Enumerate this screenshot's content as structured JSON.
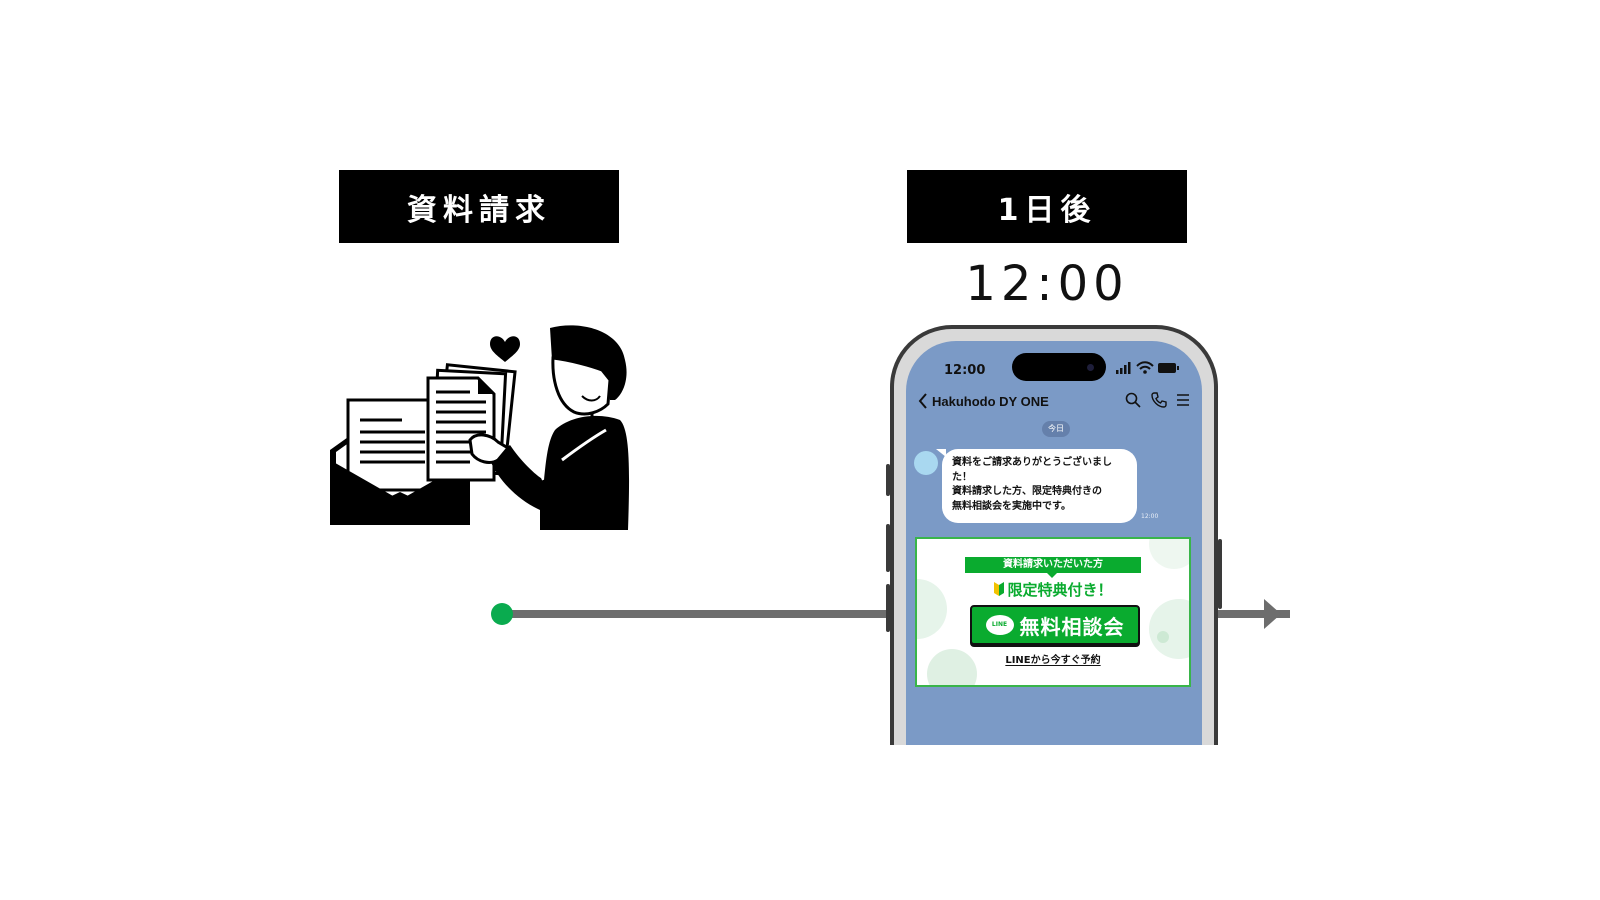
{
  "labels": {
    "left": "資料請求",
    "right": "1日後"
  },
  "time_caption": "12:00",
  "phone": {
    "status_time": "12:00",
    "chat_title": "Hakuhodo DY ONE",
    "date_chip": "今日",
    "message": {
      "line1": "資料をご請求ありがとうございまし",
      "line2": "た！",
      "line3": "資料請求した方、限定特典付きの",
      "line4": "無料相談会を実施中です。",
      "time": "12:00"
    },
    "banner": {
      "ribbon": "資料請求いただいた方",
      "headline": "限定特典付き！",
      "button_icon_text": "LINE",
      "button_label": "無料相談会",
      "link": "LINEから今すぐ予約"
    }
  },
  "colors": {
    "accent_green": "#0aab2f",
    "timeline_dot": "#0aab4f",
    "timeline_line": "#6d6d6d",
    "chat_bg": "#7b9ac6"
  }
}
